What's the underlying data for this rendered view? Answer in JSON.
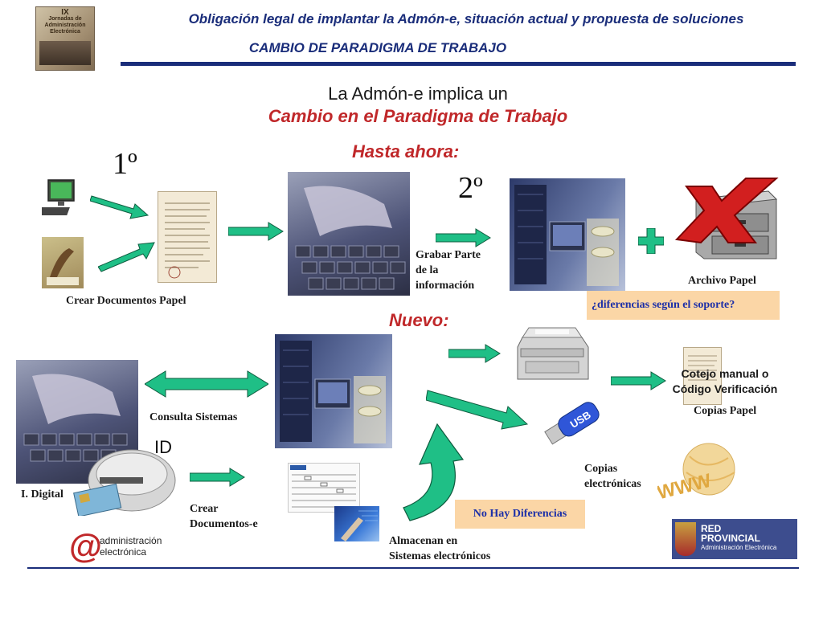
{
  "header": {
    "title": "Obligación legal de implantar la Admón-e, situación actual y propuesta de soluciones",
    "subtitle": "CAMBIO DE PARADIGMA DE TRABAJO"
  },
  "cover_book": {
    "lines": [
      "IX",
      "Jornadas de",
      "Administración",
      "Electrónica"
    ]
  },
  "intro": {
    "line1": "La Admón-e implica un",
    "line2": "Cambio en el Paradigma de Trabajo"
  },
  "hasta_ahora": {
    "heading": "Hasta ahora:",
    "step1": "1º",
    "step2": "2º",
    "crear_docs_papel": "Crear Documentos Papel",
    "grabar_parte": [
      "Grabar Parte",
      "de la",
      "información"
    ],
    "archivo_papel": "Archivo Papel",
    "diferencias": "¿diferencias según el soporte?"
  },
  "nuevo": {
    "heading": "Nuevo:",
    "consulta_sistemas": "Consulta Sistemas",
    "id_label": "ID",
    "i_digital": "I. Digital",
    "crear_docs_e": [
      "Crear",
      "Documentos-e"
    ],
    "almacenan": [
      "Almacenan en",
      "Sistemas electrónicos"
    ],
    "no_hay_diferencias": "No Hay Diferencias",
    "copias_electronicas": [
      "Copias",
      "electrónicas"
    ],
    "cotejo": [
      "Cotejo manual o",
      "Código Verificación"
    ],
    "copias_papel": "Copias Papel",
    "usb_label": "USB",
    "www_label": "WWW"
  },
  "footer": {
    "logo_left": [
      "administración",
      "electrónica"
    ],
    "logo_right": [
      "RED",
      "PROVINCIAL",
      "Administración Electrónica"
    ]
  },
  "colors": {
    "header_blue": "#1a2d7a",
    "red": "#c0282a",
    "arrow_green": "#1fbf86",
    "orange_box": "#fbd6a6",
    "box_text": "#1c2fa8"
  }
}
